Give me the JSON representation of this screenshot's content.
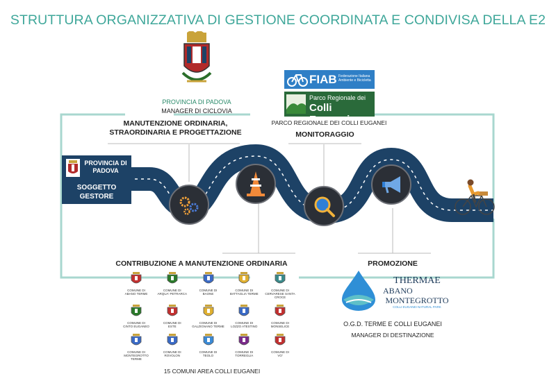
{
  "title": "STRUTTURA ORGANIZZATIVA DI GESTIONE COORDINATA E CONDIVISA DELLA E2",
  "top_provincia": {
    "line1": "PROVINCIA DI PADOVA",
    "line2": "MANAGER DI CICLOVIA"
  },
  "partners": {
    "fiab": {
      "brand": "FIAB",
      "sub1": "Federazione Italiana",
      "sub2": "Ambiente e Bicicletta"
    },
    "parco": {
      "sub": "Parco Regionale dei",
      "brand": "Colli Euganei"
    },
    "label": "PARCO REGIONALE DEI COLLI EUGANEI"
  },
  "soggetto": {
    "name1": "PROVINCIA DI",
    "name2": "PADOVA",
    "role1": "SOGGETTO",
    "role2": "GESTORE"
  },
  "sections": {
    "manutenzione": {
      "line1": "MANUTENZIONE ORDINARIA,",
      "line2": "STRAORDINARIA E PROGETTAZIONE"
    },
    "monitoraggio": "MONITORAGGIO",
    "contribuzione": "CONTRIBUZIONE A MANUTENZIONE ORDINARIA",
    "promozione": "PROMOZIONE"
  },
  "thermae": {
    "word1": "THERMAE",
    "word2": "ABANO",
    "word3": "MONTEGROTTO",
    "tagline": "COLLI EUGANEI NATURAL PARK"
  },
  "ogd": {
    "line1": "O.G.D. TERME E COLLI EUGANEI",
    "line2": "MANAGER DI DESTINAZIONE"
  },
  "comuni_prefix": "COMUNE DI",
  "comuni": [
    [
      "ABANO TERME",
      "ARQUA' PETRARCA",
      "BAONE",
      "BATTAGLIA TERME",
      "CERVARESE SANTA CROCE"
    ],
    [
      "CINTO EUGANEO",
      "ESTE",
      "GALZIGNANO TERME",
      "LOZZO ATESTINO",
      "MONSELICE"
    ],
    [
      "MONTEGROTTO TERME",
      "ROVOLON",
      "TEOLO",
      "TORREGLIA",
      "VO'"
    ]
  ],
  "comuni_footer": "15 COMUNI AREA COLLI EUGANEI",
  "icons": [
    "gears-icon",
    "traffic-cone-icon",
    "magnifier-icon",
    "megaphone-icon"
  ],
  "colors": {
    "title": "#3fa79a",
    "road": "#1d4266",
    "frame": "#a8d7cf",
    "circle": "#2b2f36",
    "teal_text": "#2a8a6a"
  }
}
